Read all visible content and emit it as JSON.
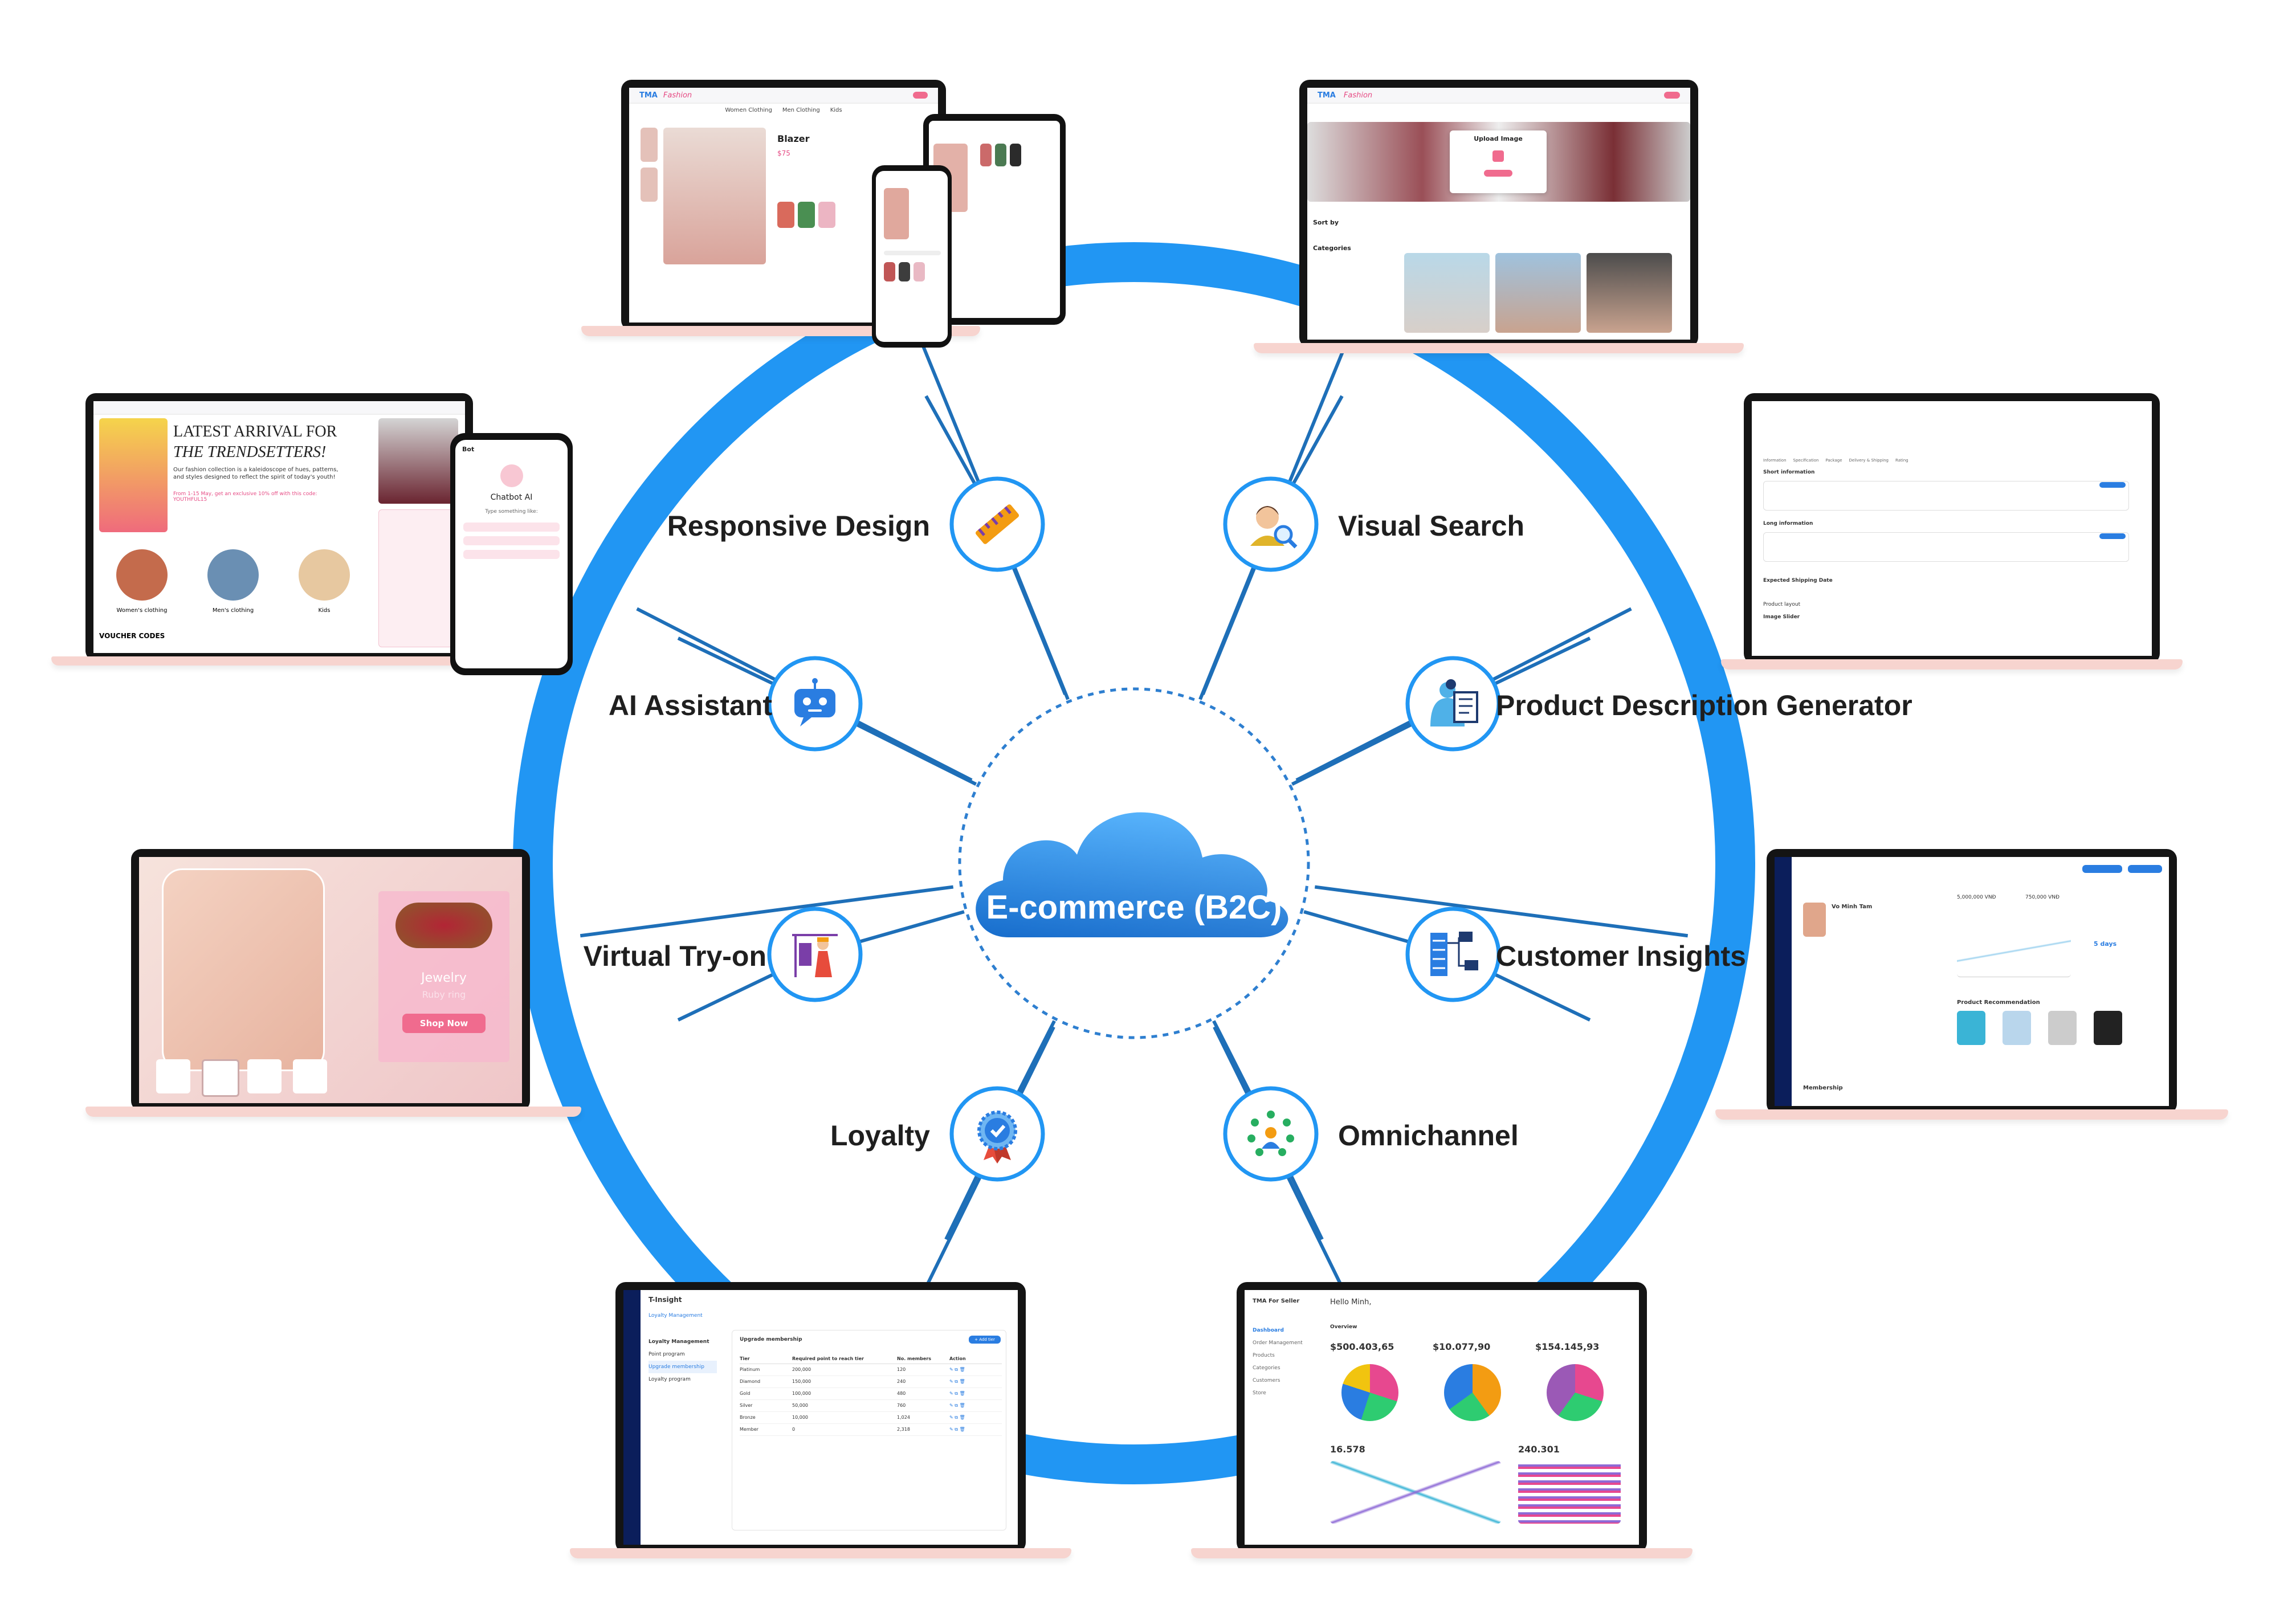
{
  "center": {
    "label": "E-commerce (B2C)"
  },
  "features": [
    {
      "label": "Responsive Design",
      "icon": "ruler-icon"
    },
    {
      "label": "Visual Search",
      "icon": "magnifier-person-icon"
    },
    {
      "label": "AI Assistant",
      "icon": "chatbot-icon"
    },
    {
      "label": "Product Description Generator",
      "icon": "document-gear-icon"
    },
    {
      "label": "Virtual Try-on",
      "icon": "clothes-rack-icon"
    },
    {
      "label": "Customer Insights",
      "icon": "server-network-icon"
    },
    {
      "label": "Loyalty",
      "icon": "badge-check-icon"
    },
    {
      "label": "Omnichannel",
      "icon": "network-people-icon"
    }
  ],
  "colors": {
    "ring": "#2196f3",
    "ring_light": "#5cb8ff",
    "text": "#1f1f1f",
    "cloud_top": "#3aa0f5",
    "cloud_bottom": "#1565c0",
    "accent_pink": "#f06b8e",
    "laptop_base": "#f7d4cf"
  },
  "screens": {
    "responsive": {
      "logo_a": "TMA",
      "logo_b": "Fashion",
      "product_name": "Blazer",
      "price": "$75",
      "menu": [
        "Women Clothing",
        "Men Clothing",
        "Kids"
      ]
    },
    "visual_search": {
      "modal_title": "Upload Image",
      "sort_by": "Sort by",
      "categories": "Categories"
    },
    "ai_assistant": {
      "headline_1": "LATEST ARRIVAL FOR",
      "headline_2": "THE TRENDSETTERS!",
      "body": "Our fashion collection is a kaleidoscope of hues, patterns, and styles designed to reflect the spirit of today's youth!",
      "promo": "From 1-15 May, get an exclusive 10% off with this code: YOUTHFUL15",
      "categories": [
        "Women's clothing",
        "Men's clothing",
        "Kids"
      ],
      "voucher": "VOUCHER CODES",
      "phone_header": "Bot",
      "chatbot_title": "Chatbot AI",
      "chatbot_hint": "Type something like:"
    },
    "description": {
      "section_1": "Short information",
      "section_2": "Long information",
      "section_3": "Expected Shipping Date",
      "section_4": "Product layout",
      "section_5": "Image Slider",
      "tabs": [
        "Information",
        "Specification",
        "Package",
        "Delivery & Shipping",
        "Rating"
      ]
    },
    "try_on": {
      "item_type": "Jewelry",
      "item_name": "Ruby ring",
      "cta": "Shop Now"
    },
    "insights": {
      "customer_name": "Vo Minh Tam",
      "section": "Product Recommendation",
      "membership": "Membership",
      "stat_1": "5,000,000 VNĐ",
      "stat_2": "750,000 VNĐ",
      "stat_3": "5 days"
    },
    "loyalty": {
      "app": "T-Insight",
      "breadcrumb": "Loyalty Management",
      "menu": [
        "Loyalty Management",
        "Point program",
        "Upgrade membership",
        "Loyalty program"
      ],
      "panel_title": "Upgrade membership",
      "add_btn": "+ Add tier",
      "columns": [
        "Tier",
        "Required point to reach tier",
        "No. members",
        "Action"
      ],
      "tiers": [
        {
          "name": "Platinum",
          "points": "200,000",
          "members": "120"
        },
        {
          "name": "Diamond",
          "points": "150,000",
          "members": "240"
        },
        {
          "name": "Gold",
          "points": "100,000",
          "members": "480"
        },
        {
          "name": "Silver",
          "points": "50,000",
          "members": "760"
        },
        {
          "name": "Bronze",
          "points": "10,000",
          "members": "1,024"
        },
        {
          "name": "Member",
          "points": "0",
          "members": "2,318"
        }
      ]
    },
    "omnichannel": {
      "app": "TMA For Seller",
      "greeting": "Hello Minh,",
      "overview": "Overview",
      "menu": [
        "Dashboard",
        "Order Management",
        "Products",
        "Categories",
        "Customers",
        "Store"
      ],
      "kpi_1": "$500.403,65",
      "kpi_2": "$10.077,90",
      "kpi_3": "$154.145,93",
      "kpi_4": "16.578",
      "kpi_5": "240.301"
    }
  }
}
